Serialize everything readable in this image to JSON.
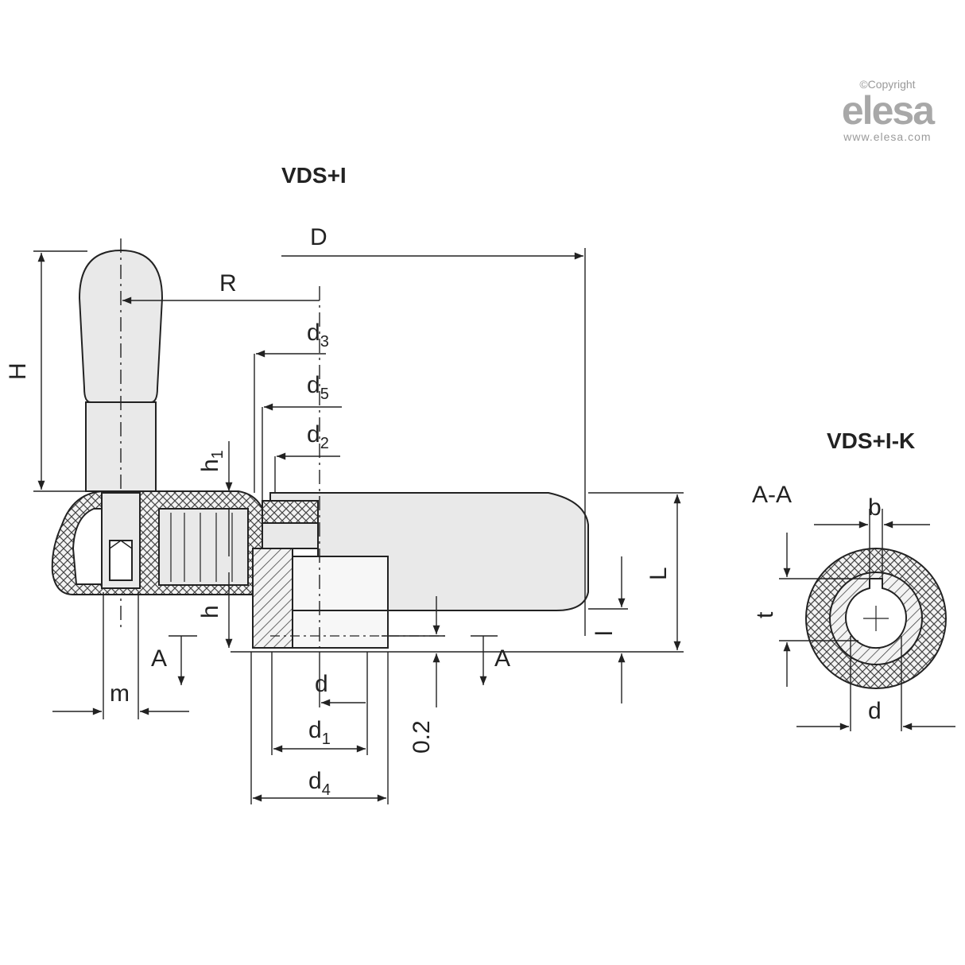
{
  "titles": {
    "main_view": "VDS+I",
    "section_view": "VDS+I-K",
    "section_label": "A-A"
  },
  "dimensions": {
    "D": "D",
    "R": "R",
    "H": "H",
    "L": "L",
    "l": "l",
    "h": "h",
    "h1_base": "h",
    "h1_sub": "1",
    "d3_base": "d",
    "d3_sub": "3",
    "d5_base": "d",
    "d5_sub": "5",
    "d2_base": "d",
    "d2_sub": "2",
    "d": "d",
    "d1_base": "d",
    "d1_sub": "1",
    "d4_base": "d",
    "d4_sub": "4",
    "m": "m",
    "gap": "0.2",
    "section_left": "A",
    "section_right": "A",
    "b": "b",
    "t": "t",
    "d_section": "d"
  },
  "copyright": {
    "notice": "©Copyright",
    "brand": "elesa",
    "url": "www.elesa.com"
  },
  "colors": {
    "line": "#222222",
    "fill": "#e9e9e9",
    "hatch": "#444444",
    "logo": "#a8a8a8"
  }
}
